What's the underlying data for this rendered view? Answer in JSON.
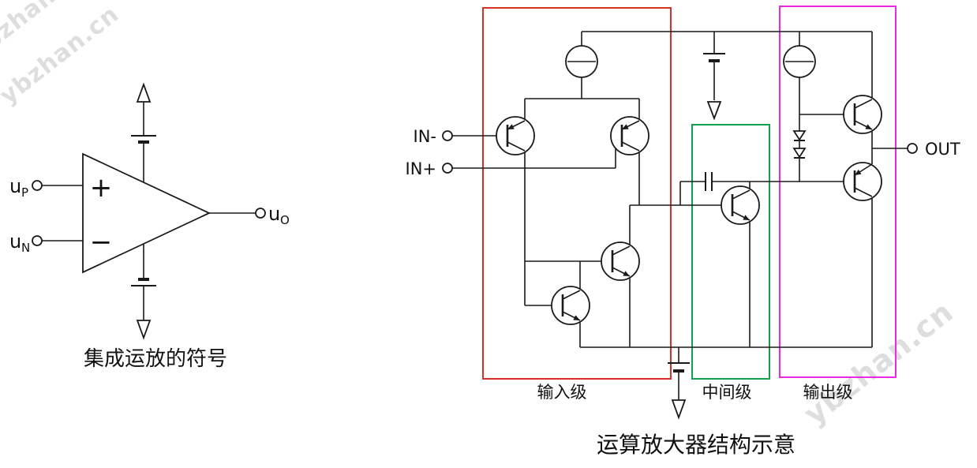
{
  "watermark": {
    "text": "ybzhan.cn",
    "color": "#d9d9d9"
  },
  "left_diagram": {
    "caption": "集成运放的符号",
    "plus_sign": "+",
    "minus_sign": "−",
    "input_pos": {
      "base": "u",
      "sub": "P"
    },
    "input_neg": {
      "base": "u",
      "sub": "N"
    },
    "output": {
      "base": "u",
      "sub": "O"
    }
  },
  "right_diagram": {
    "caption": "运算放大器结构示意",
    "terminals": {
      "in_minus": "IN-",
      "in_plus": "IN+",
      "out": "OUT"
    },
    "stages": [
      {
        "label": "输入级",
        "color": "#d93025"
      },
      {
        "label": "中间级",
        "color": "#13a04e"
      },
      {
        "label": "输出级",
        "color": "#ea29e0"
      }
    ]
  }
}
